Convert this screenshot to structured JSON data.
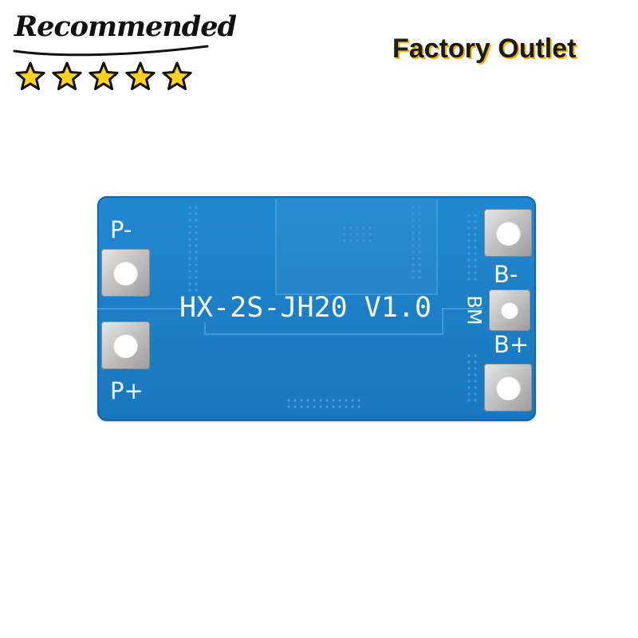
{
  "badge": {
    "text": "Recommended",
    "rating": 5,
    "rating_max": 5,
    "star_fill": "#ffd21f",
    "star_outline": "#111111"
  },
  "headline": {
    "text": "Factory Outlet",
    "shadow_color": "#f3b80a"
  },
  "board": {
    "color": "#1c7fc6",
    "labels": {
      "p_minus": "P-",
      "p_plus": "P+",
      "model": "HX-2S-JH20 V1.0",
      "b_minus": "B-",
      "bm": "BM",
      "b_plus": "B+"
    }
  }
}
